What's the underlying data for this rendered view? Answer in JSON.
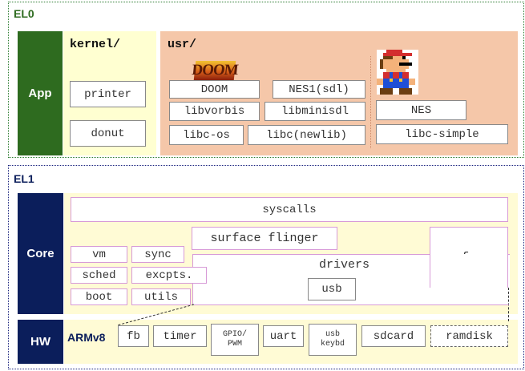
{
  "el0": {
    "label": "EL0",
    "app_label": "App",
    "kernel": {
      "title": "kernel/",
      "items": [
        "printer",
        "donut"
      ]
    },
    "usr": {
      "title": "usr/",
      "doom_logo_text": "DOOM",
      "left_items": [
        "DOOM",
        "NES1(sdl)",
        "libvorbis",
        "libminisdl",
        "libc-os",
        "libc(newlib)"
      ],
      "right_items": [
        "NES",
        "libc-simple"
      ]
    }
  },
  "el1": {
    "label": "EL1",
    "core_label": "Core",
    "hw_label": "HW",
    "syscalls": "syscalls",
    "surface_flinger": "surface flinger",
    "drivers": "drivers",
    "usb": "usb",
    "fs": "fs",
    "left_grid": [
      "vm",
      "sync",
      "sched",
      "excpts.",
      "boot",
      "utils"
    ],
    "cpu": "ARMv8",
    "hw_items": [
      "fb",
      "timer",
      "GPIO/\nPWM",
      "uart",
      "usb\nkeybd",
      "sdcard",
      "ramdisk"
    ]
  },
  "colors": {
    "el0_green": "#2e6b1f",
    "el1_navy": "#0b1e5b",
    "kernel_bg": "#ffffd1",
    "usr_bg": "#f5c7a9",
    "core_bg": "#fffbd5",
    "driver_border": "#d79ad7"
  }
}
